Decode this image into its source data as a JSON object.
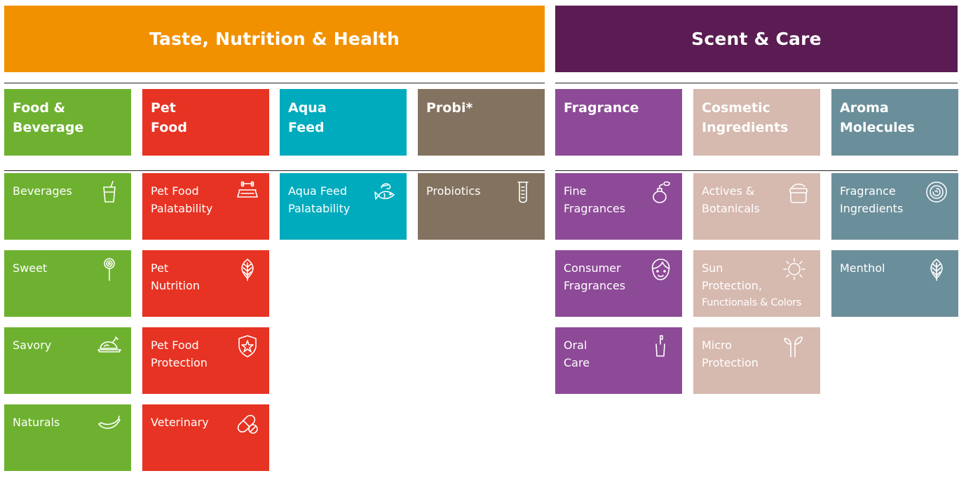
{
  "colors": {
    "orange": "#F29100",
    "plum": "#5A1C52",
    "green": "#6EB130",
    "red": "#E73323",
    "teal": "#00ABBD",
    "brown": "#83725F",
    "purple": "#8D4A97",
    "pink": "#D6B9AF",
    "slate": "#6B8F9A"
  },
  "segments": [
    {
      "title": "Taste, Nutrition & Health"
    },
    {
      "title": "Scent & Care"
    }
  ],
  "columns": [
    {
      "category": [
        "Food &",
        "Beverage"
      ],
      "items": [
        {
          "label": [
            "Beverages"
          ],
          "icon": "cup-straw-icon"
        },
        {
          "label": [
            "Sweet"
          ],
          "icon": "lollipop-icon"
        },
        {
          "label": [
            "Savory"
          ],
          "icon": "roast-chicken-icon"
        },
        {
          "label": [
            "Naturals"
          ],
          "icon": "banana-icon"
        }
      ]
    },
    {
      "category": [
        "Pet",
        "Food"
      ],
      "items": [
        {
          "label": [
            "Pet Food",
            "Palatability"
          ],
          "icon": "pet-bowl-bone-icon"
        },
        {
          "label": [
            "Pet",
            "Nutrition"
          ],
          "icon": "leaf-icon"
        },
        {
          "label": [
            "Pet Food",
            "Protection"
          ],
          "icon": "shield-star-icon"
        },
        {
          "label": [
            "Veterinary"
          ],
          "icon": "pill-icon"
        }
      ]
    },
    {
      "category": [
        "Aqua",
        "Feed"
      ],
      "items": [
        {
          "label": [
            "Aqua Feed",
            "Palatability"
          ],
          "icon": "fish-shrimp-icon"
        }
      ]
    },
    {
      "category": [
        "Probi*"
      ],
      "items": [
        {
          "label": [
            "Probiotics"
          ],
          "icon": "test-tube-icon"
        }
      ]
    },
    {
      "category": [
        "Fragrance"
      ],
      "items": [
        {
          "label": [
            "Fine",
            "Fragrances"
          ],
          "icon": "perfume-bottle-icon"
        },
        {
          "label": [
            "Consumer",
            "Fragrances"
          ],
          "icon": "face-icon"
        },
        {
          "label": [
            "Oral",
            "Care"
          ],
          "icon": "toothbrush-cup-icon"
        }
      ]
    },
    {
      "category": [
        "Cosmetic",
        "Ingredients"
      ],
      "items": [
        {
          "label": [
            "Actives &",
            "Botanicals"
          ],
          "icon": "cream-jar-icon"
        },
        {
          "label": [
            "Sun",
            "Protection,",
            "Functionals & Colors"
          ],
          "icon": "sun-icon"
        },
        {
          "label": [
            "Micro",
            "Protection"
          ],
          "icon": "sprout-icon"
        }
      ]
    },
    {
      "category": [
        "Aroma",
        "Molecules"
      ],
      "items": [
        {
          "label": [
            "Fragrance",
            "Ingredients"
          ],
          "icon": "rose-icon"
        },
        {
          "label": [
            "Menthol"
          ],
          "icon": "leaf-icon"
        }
      ]
    }
  ]
}
